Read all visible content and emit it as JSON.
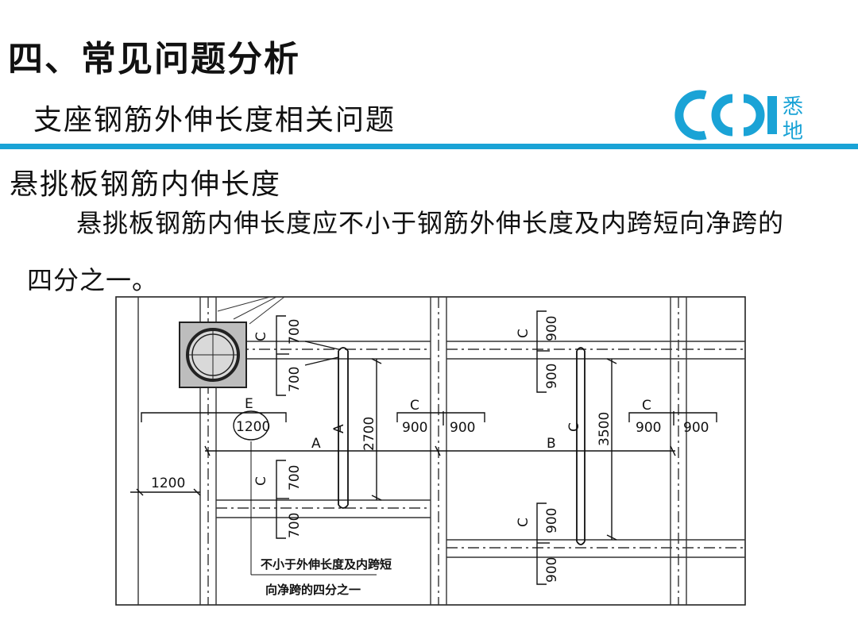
{
  "header": {
    "title": "四、常见问题分析",
    "subtitle": "支座钢筋外伸长度相关问题",
    "logo_text_top": "悉",
    "logo_text_bottom": "地",
    "brand_color": "#1aa3d6"
  },
  "section": {
    "heading": "悬挑板钢筋内伸长度",
    "paragraph_line1": "悬挑板钢筋内伸长度应不小于钢筋外伸长度及内跨短向净跨的",
    "paragraph_line2": "四分之一。"
  },
  "drawing": {
    "labels": {
      "c1": "C",
      "d700_a": "700",
      "d700_b": "700",
      "c2": "C",
      "d900_a": "900",
      "d900_b": "900",
      "c3": "C",
      "d900_c": "900",
      "d900_d": "900",
      "c4": "C",
      "d900_e": "900",
      "d900_f": "900",
      "e": "E",
      "d1200_circle": "1200",
      "a_vert": "A",
      "d2700": "2700",
      "a_horiz": "A",
      "b_horiz": "B",
      "c_vert": "C",
      "d3500": "3500",
      "d1200_left": "1200",
      "c5": "C",
      "d700_c": "700",
      "d700_d": "700",
      "c6": "C",
      "d900_g": "900",
      "d900_h": "900",
      "note_line1": "不小于外伸长度及内跨短",
      "note_line2": "向净跨的四分之一"
    }
  }
}
